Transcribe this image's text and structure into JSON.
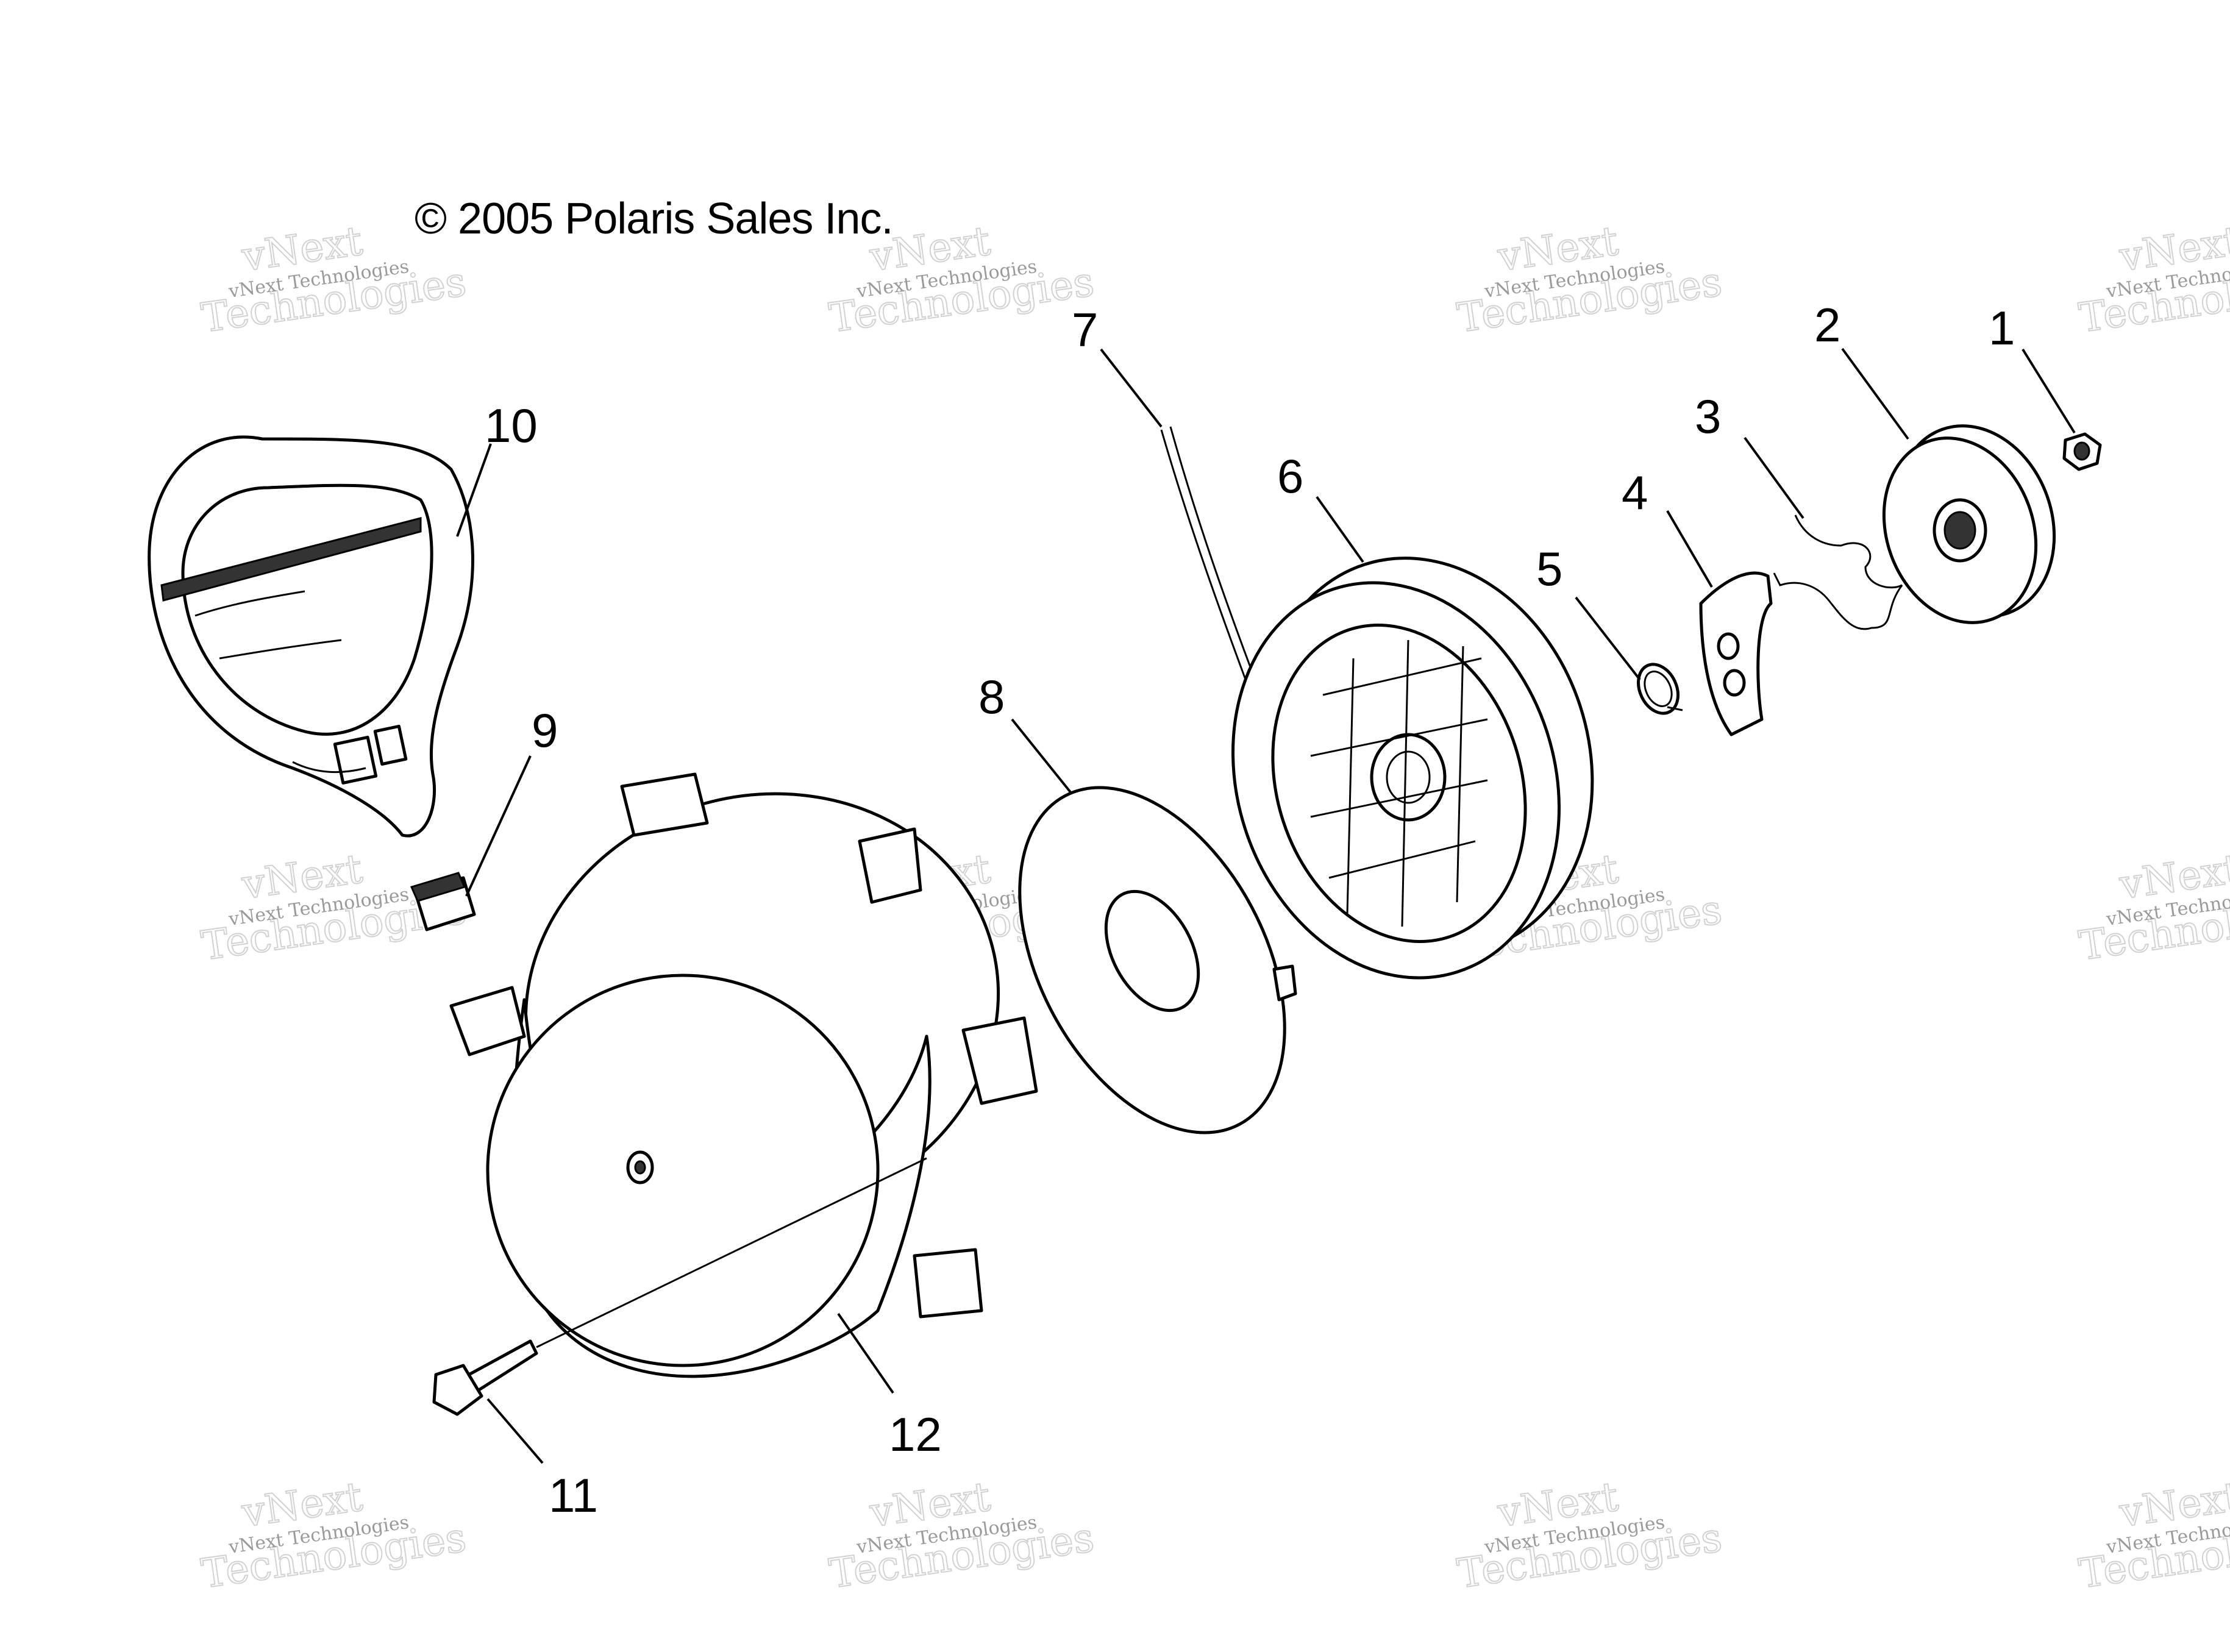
{
  "copyright": "© 2005 Polaris Sales Inc.",
  "watermark": {
    "line_small": "vNext Technologies",
    "line_big_1": "vNext",
    "line_big_2": "Technologies"
  },
  "callouts": {
    "c1": "1",
    "c2": "2",
    "c3": "3",
    "c4": "4",
    "c5": "5",
    "c6": "6",
    "c7": "7",
    "c8": "8",
    "c9": "9",
    "c10": "10",
    "c11": "11",
    "c12": "12"
  }
}
